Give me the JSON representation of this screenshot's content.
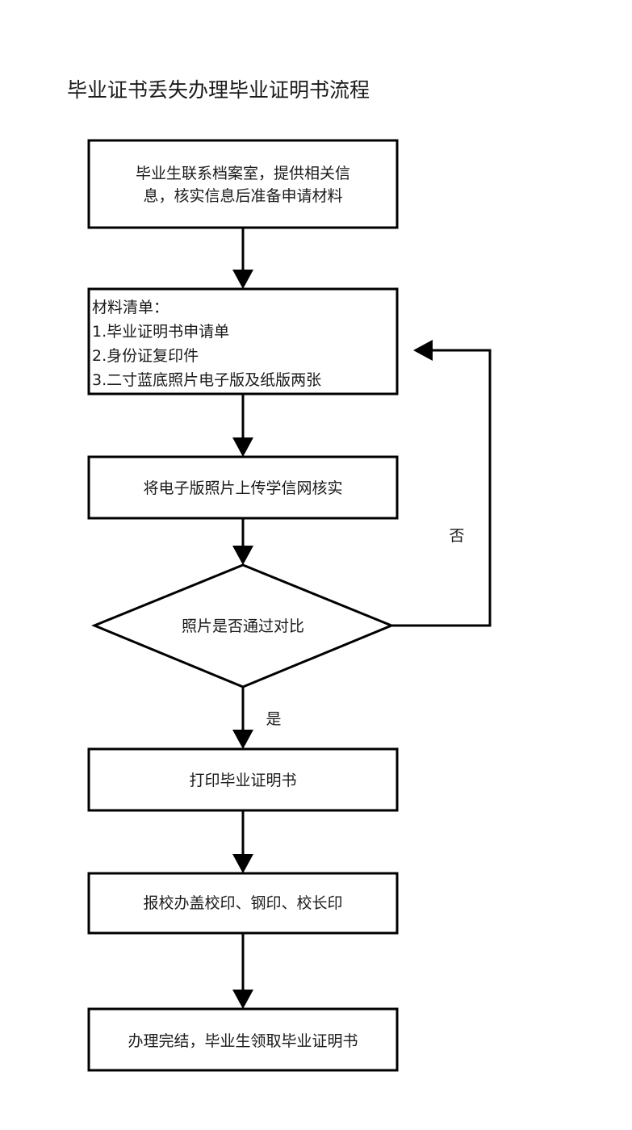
{
  "title": "毕业证书丢失办理毕业证明书流程",
  "steps": [
    {
      "lines": [
        "毕业生联系档案室，提供相关信",
        "息，核实信息后准备申请材料"
      ]
    },
    {
      "lines": [
        "材料清单：",
        "1.毕业证明书申请单",
        "2.身份证复印件",
        "3.二寸蓝底照片电子版及纸版两张"
      ]
    },
    {
      "lines": [
        "将电子版照片上传学信网核实"
      ]
    },
    {
      "lines": [
        "打印毕业证明书"
      ]
    },
    {
      "lines": [
        "报校办盖校印、钢印、校长印"
      ]
    },
    {
      "lines": [
        "办理完结，毕业生领取毕业证明书"
      ]
    }
  ],
  "decision": {
    "text": "照片是否通过对比",
    "yes_label": "是",
    "no_label": "否"
  }
}
